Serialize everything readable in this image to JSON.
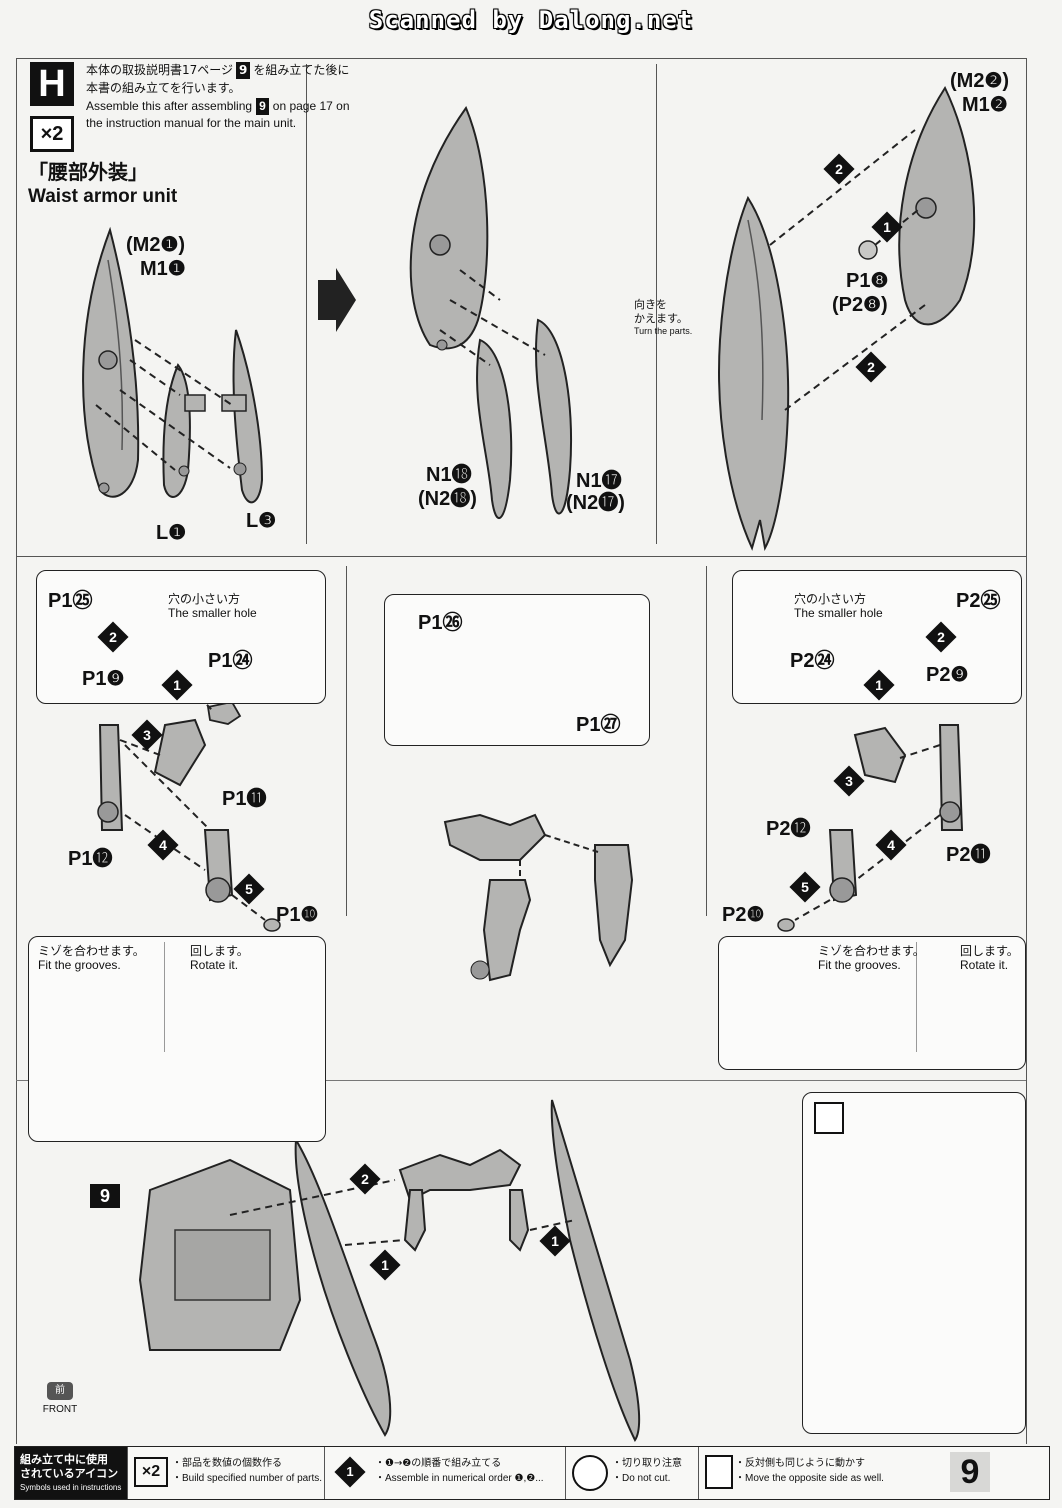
{
  "header": {
    "scan_credit": "Scanned by Dalong.net"
  },
  "step": {
    "letter": "H",
    "quantity": "×2",
    "instruction_jp_line1": "本体の取扱説明書17ページ",
    "instruction_jp_ref": "9",
    "instruction_jp_line1b": "を組み立てた後に",
    "instruction_jp_line2": "本書の組み立てを行います。",
    "instruction_en_line1a": "Assemble this after assembling",
    "instruction_en_ref": "9",
    "instruction_en_line1b": "on page 17 on",
    "instruction_en_line2": "the instruction manual for the main unit.",
    "title_jp": "「腰部外装」",
    "title_en": "Waist armor unit"
  },
  "panel1": {
    "m2_1": "(M2❶)",
    "m1_1": "M1❶",
    "l1": "L❶",
    "l3": "L❸"
  },
  "panel2": {
    "n1_18": "N1⓲",
    "n2_18": "(N2⓲)",
    "n1_17": "N1⓱",
    "n2_17": "(N2⓱)"
  },
  "panel3": {
    "m2_2": "(M2❷)",
    "m1_2": "M1❷",
    "p1_8": "P1❽",
    "p2_8": "(P2❽)",
    "turn_jp_1": "向きを",
    "turn_jp_2": "かえます。",
    "turn_en": "Turn the parts.",
    "step1": "1",
    "step2a": "2",
    "step2b": "2"
  },
  "left_arm": {
    "p1_25": "P1㉕",
    "p1_9": "P1❾",
    "p1_24": "P1㉔",
    "p1_11": "P1⓫",
    "p1_12": "P1⓬",
    "p1_10": "P1❿",
    "smaller_hole_jp": "穴の小さい方",
    "smaller_hole_en": "The smaller hole",
    "grooves_jp": "ミゾを合わせます。",
    "grooves_en": "Fit the grooves.",
    "rotate_jp": "回します。",
    "rotate_en": "Rotate it.",
    "steps": [
      "1",
      "2",
      "3",
      "4",
      "5"
    ]
  },
  "center_arm": {
    "p1_26": "P1㉖",
    "p1_27": "P1㉗"
  },
  "right_arm": {
    "p2_25": "P2㉕",
    "p2_9": "P2❾",
    "p2_24": "P2㉔",
    "p2_11": "P2⓫",
    "p2_12": "P2⓬",
    "p2_10": "P2❿",
    "smaller_hole_jp": "穴の小さい方",
    "smaller_hole_en": "The smaller hole",
    "grooves_jp": "ミゾを合わせます。",
    "grooves_en": "Fit the grooves.",
    "rotate_jp": "回します。",
    "rotate_en": "Rotate it.",
    "steps": [
      "1",
      "2",
      "3",
      "4",
      "5"
    ]
  },
  "bottom": {
    "ref_step": "9",
    "step1a": "1",
    "step1b": "1",
    "step2": "2",
    "front_jp": "前",
    "front_en": "FRONT"
  },
  "legend": {
    "icons_used_jp_1": "組み立て中に使用",
    "icons_used_jp_2": "されているアイコン",
    "icons_used_en": "Symbols used in instructions",
    "x2_icon": "×2",
    "x2_jp": "・部品を数値の個数作る",
    "x2_en": "・Build specified number of parts.",
    "order_icon": "1",
    "order_jp": "・❶→❷の順番で組み立てる",
    "order_en": "・Assemble in numerical order ❶,❷...",
    "cut_jp": "・切り取り注意",
    "cut_en": "・Do not cut.",
    "opposite_jp": "・反対側も同じように動かす",
    "opposite_en": "・Move the opposite side as well."
  },
  "page_number": "9",
  "colors": {
    "ink": "#111111",
    "paper": "#f4f4f2",
    "part_gray": "#b4b4b2",
    "part_dark": "#6b6b69"
  }
}
